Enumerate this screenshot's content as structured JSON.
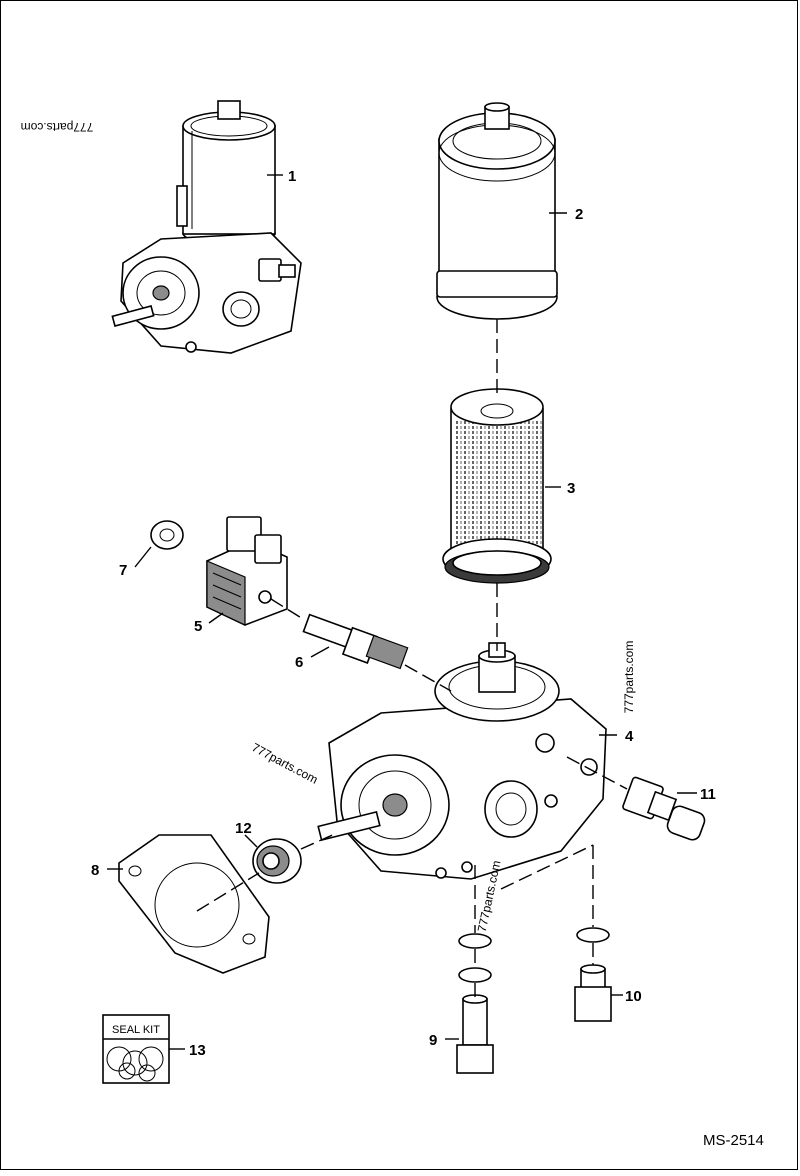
{
  "diagram": {
    "document_id": "MS-2514",
    "watermark": "777parts.com",
    "seal_kit_label": "SEAL KIT",
    "callouts": [
      "1",
      "2",
      "3",
      "4",
      "5",
      "6",
      "7",
      "8",
      "9",
      "10",
      "11",
      "12",
      "13"
    ]
  }
}
